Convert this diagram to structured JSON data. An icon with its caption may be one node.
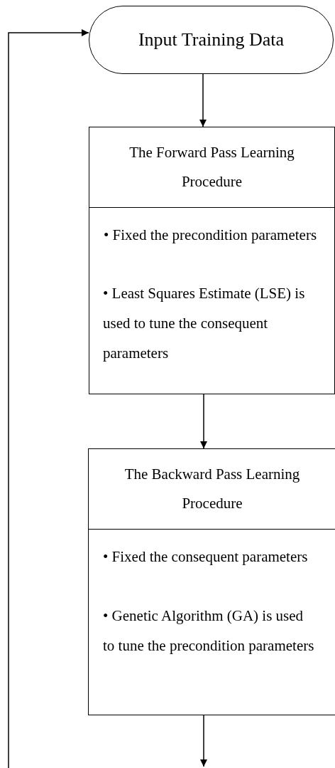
{
  "diagram": {
    "nodes": [
      {
        "text": [
          "Input Training Data"
        ]
      },
      {
        "text": [
          "The Forward Pass Learning Procedure",
          "• Fixed the precondition parameters",
          "• Least Squares Estimate (LSE) is used to tune the consequent parameters"
        ]
      },
      {
        "text": [
          "The Backward Pass Learning Procedure",
          "• Fixed the consequent parameters",
          "• Genetic Algorithm (GA) is used to tune the precondition parameters"
        ]
      }
    ],
    "edges": [
      {
        "from": null,
        "to": 0,
        "arrow": "to"
      },
      {
        "from": 0,
        "to": 1,
        "arrow": "to"
      },
      {
        "from": 1,
        "to": 2,
        "arrow": "to"
      },
      {
        "from": 2,
        "to": null,
        "arrow": "to"
      }
    ]
  }
}
